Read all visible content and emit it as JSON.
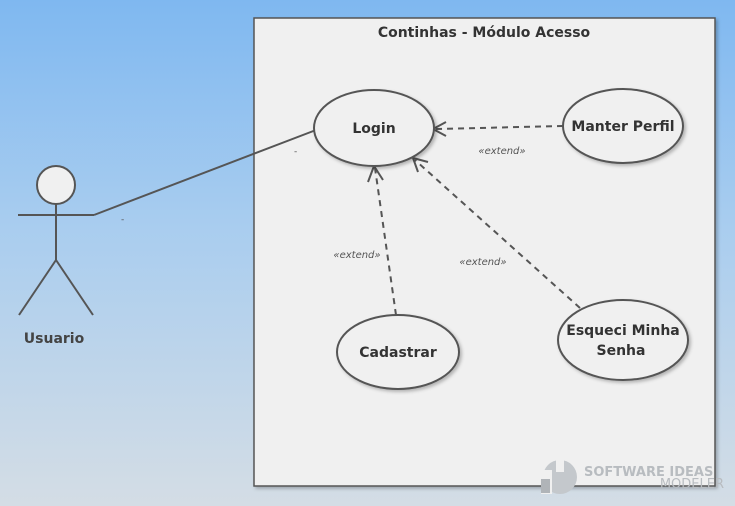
{
  "system": {
    "title": "Continhas - Módulo Acesso"
  },
  "actor": {
    "name": "Usuario"
  },
  "use_cases": {
    "login": "Login",
    "manter_perfil": "Manter Perfil",
    "cadastrar": "Cadastrar",
    "esqueci_line1": "Esqueci Minha",
    "esqueci_line2": "Senha"
  },
  "relations": {
    "association_end_actor": "-",
    "association_end_login": "-",
    "extend_manter_perfil": "«extend»",
    "extend_cadastrar": "«extend»",
    "extend_esqueci": "«extend»"
  },
  "watermark": {
    "line1": "SOFTWARE IDEAS",
    "line2": "MODELER"
  }
}
